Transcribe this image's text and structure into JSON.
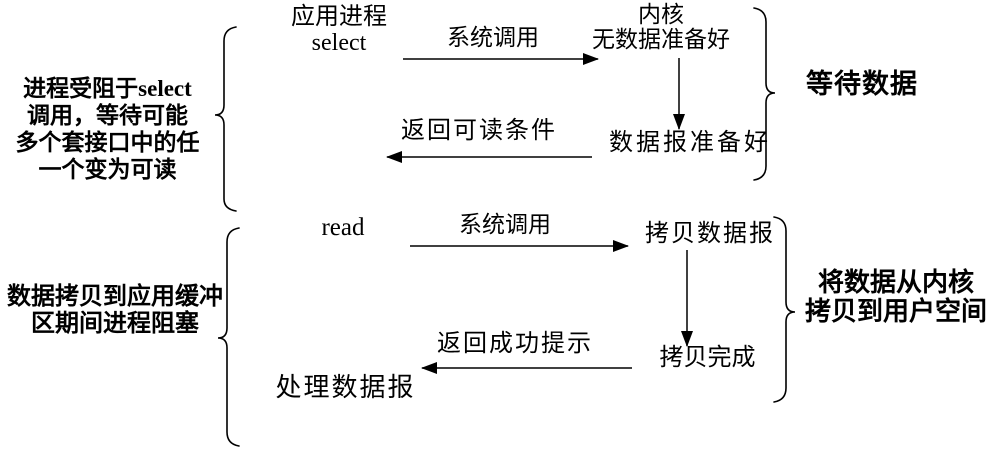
{
  "page": {
    "background": "#ffffff",
    "ink": "#000000"
  },
  "top_section": {
    "left_note": {
      "lines": [
        "进程受阻于select",
        "调用，等待可能",
        "多个套接口中的任",
        "一个变为可读"
      ]
    },
    "app_process": {
      "line1": "应用进程",
      "line2": "select"
    },
    "syscall_label": "系统调用",
    "kernel": {
      "line1": "内核",
      "line2": "无数据准备好"
    },
    "datagram_ready": "数据报准备好",
    "return_label": "返回可读条件",
    "right_note": "等待数据"
  },
  "bottom_section": {
    "left_note": {
      "lines": [
        "数据拷贝到应用缓冲",
        "区期间进程阻塞"
      ]
    },
    "read_call": "read",
    "syscall_label": "系统调用",
    "copy_datagram": "拷贝数据报",
    "copy_complete": "拷贝完成",
    "return_label": "返回成功提示",
    "process_datagram": "处理数据报",
    "right_note": {
      "lines": [
        "将数据从内核",
        "拷贝到用户空间"
      ]
    }
  }
}
